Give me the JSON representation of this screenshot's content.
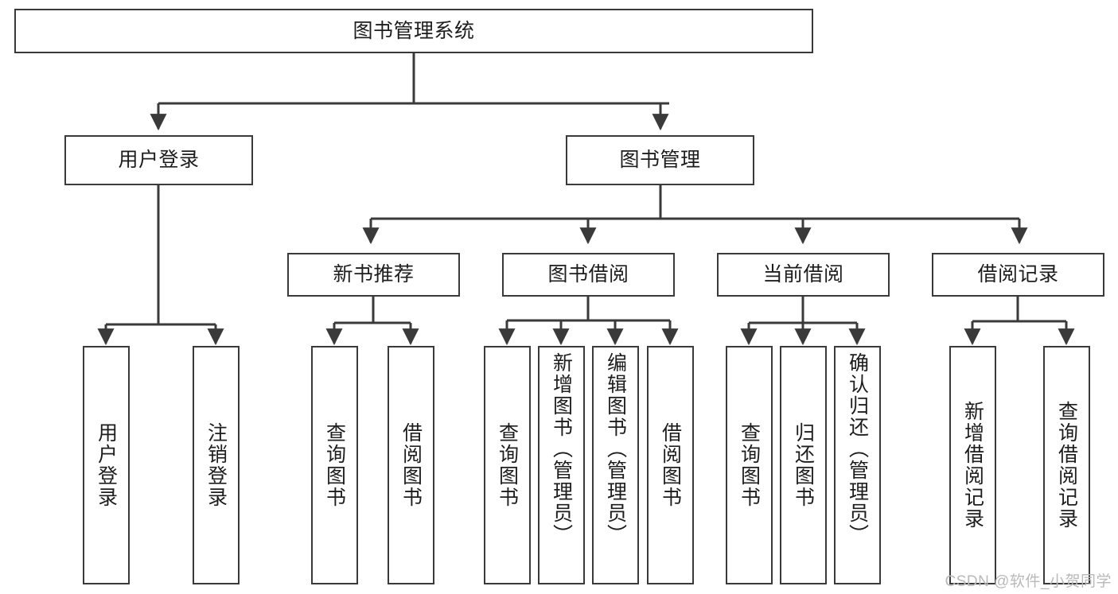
{
  "diagram": {
    "title": "图书管理系统",
    "type": "hierarchy-tree",
    "watermark": "CSDN @软件_小贺同学",
    "colors": {
      "box_border": "#3a3a3a",
      "box_fill": "#ffffff",
      "connector": "#3a3a3a",
      "text": "#1d1d1d",
      "watermark": "#b9b9b9",
      "background": "#ffffff"
    },
    "root": {
      "label": "图书管理系统"
    },
    "level2": [
      {
        "id": "user-login",
        "label": "用户登录"
      },
      {
        "id": "book-manage",
        "label": "图书管理"
      }
    ],
    "level3": [
      {
        "id": "new-book-recommend",
        "label": "新书推荐",
        "parent": "book-manage"
      },
      {
        "id": "book-borrow",
        "label": "图书借阅",
        "parent": "book-manage"
      },
      {
        "id": "current-borrow",
        "label": "当前借阅",
        "parent": "book-manage"
      },
      {
        "id": "borrow-record",
        "label": "借阅记录",
        "parent": "book-manage"
      }
    ],
    "leaves": {
      "user-login": [
        {
          "id": "leaf-user-login",
          "label": "用户登录"
        },
        {
          "id": "leaf-logout",
          "label": "注销登录"
        }
      ],
      "new-book-recommend": [
        {
          "id": "leaf-query-book-1",
          "label": "查询图书"
        },
        {
          "id": "leaf-borrow-book-1",
          "label": "借阅图书"
        }
      ],
      "book-borrow": [
        {
          "id": "leaf-query-book-2",
          "label": "查询图书"
        },
        {
          "id": "leaf-add-book",
          "label": "新增图书（管理员）"
        },
        {
          "id": "leaf-edit-book",
          "label": "编辑图书（管理员）"
        },
        {
          "id": "leaf-borrow-book-2",
          "label": "借阅图书"
        }
      ],
      "current-borrow": [
        {
          "id": "leaf-query-book-3",
          "label": "查询图书"
        },
        {
          "id": "leaf-return-book",
          "label": "归还图书"
        },
        {
          "id": "leaf-confirm-return",
          "label": "确认归还（管理员）"
        }
      ],
      "borrow-record": [
        {
          "id": "leaf-add-record",
          "label": "新增借阅记录"
        },
        {
          "id": "leaf-query-record",
          "label": "查询借阅记录"
        }
      ]
    }
  }
}
